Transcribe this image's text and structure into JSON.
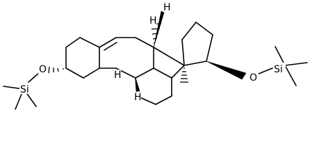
{
  "molecule": {
    "atoms": {
      "oxygen_3": "O",
      "oxygen_17": "O",
      "silicon_left": "Si",
      "silicon_right": "Si",
      "hydrogen_8": "H",
      "hydrogen_9": "H",
      "hydrogen_14": "H",
      "hydrogen_10": "H"
    }
  }
}
